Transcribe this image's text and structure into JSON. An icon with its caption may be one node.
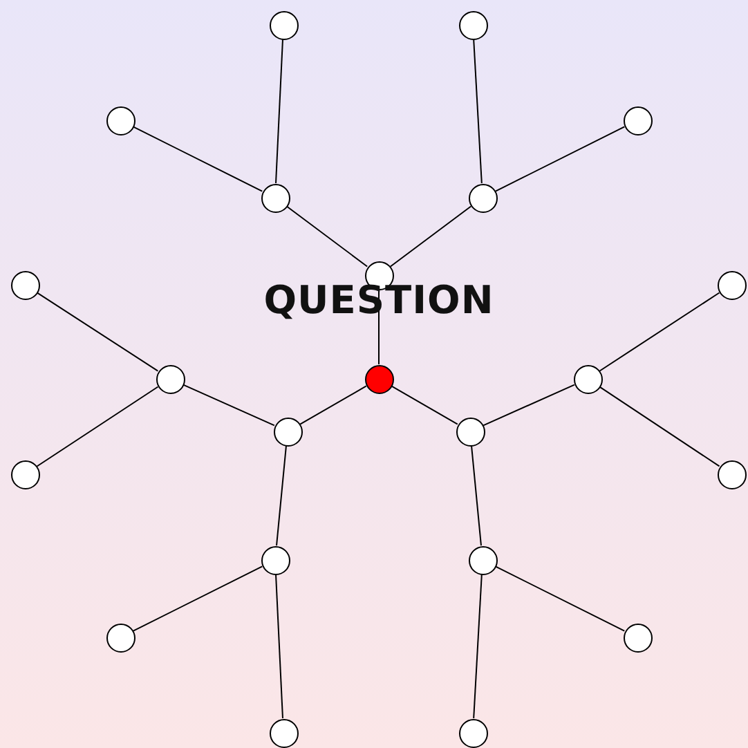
{
  "diagram": {
    "nodes": [
      {
        "text": [],
        "shape": "circle"
      },
      {
        "text": [],
        "shape": "circle"
      },
      {
        "text": [],
        "shape": "circle"
      },
      {
        "text": [],
        "shape": "circle"
      },
      {
        "text": [],
        "shape": "circle"
      },
      {
        "text": [],
        "shape": "circle"
      },
      {
        "text": [],
        "shape": "circle"
      },
      {
        "text": [],
        "shape": "circle"
      },
      {
        "text": [],
        "shape": "circle"
      },
      {
        "text": [],
        "shape": "circle"
      },
      {
        "text": [],
        "shape": "circle"
      },
      {
        "text": [],
        "shape": "circle"
      },
      {
        "text": [],
        "shape": "circle"
      },
      {
        "text": [],
        "shape": "circle"
      },
      {
        "text": [],
        "shape": "circle"
      },
      {
        "text": [],
        "shape": "circle"
      },
      {
        "text": [],
        "shape": "circle"
      },
      {
        "text": [],
        "shape": "circle"
      },
      {
        "text": [],
        "shape": "circle"
      },
      {
        "text": [],
        "shape": "circle"
      },
      {
        "text": [],
        "shape": "circle"
      },
      {
        "text": [],
        "shape": "circle"
      }
    ],
    "edges": [
      {
        "from": 10,
        "to": 6,
        "arrow": "none"
      },
      {
        "from": 6,
        "to": 4,
        "arrow": "none"
      },
      {
        "from": 6,
        "to": 5,
        "arrow": "none"
      },
      {
        "from": 4,
        "to": 0,
        "arrow": "none"
      },
      {
        "from": 4,
        "to": 2,
        "arrow": "none"
      },
      {
        "from": 5,
        "to": 1,
        "arrow": "none"
      },
      {
        "from": 5,
        "to": 3,
        "arrow": "none"
      },
      {
        "from": 10,
        "to": 12,
        "arrow": "none"
      },
      {
        "from": 10,
        "to": 13,
        "arrow": "none"
      },
      {
        "from": 12,
        "to": 9,
        "arrow": "none"
      },
      {
        "from": 12,
        "to": 16,
        "arrow": "none"
      },
      {
        "from": 9,
        "to": 7,
        "arrow": "none"
      },
      {
        "from": 9,
        "to": 14,
        "arrow": "none"
      },
      {
        "from": 16,
        "to": 18,
        "arrow": "none"
      },
      {
        "from": 16,
        "to": 20,
        "arrow": "none"
      },
      {
        "from": 13,
        "to": 11,
        "arrow": "none"
      },
      {
        "from": 13,
        "to": 17,
        "arrow": "none"
      },
      {
        "from": 11,
        "to": 8,
        "arrow": "none"
      },
      {
        "from": 11,
        "to": 15,
        "arrow": "none"
      },
      {
        "from": 17,
        "to": 19,
        "arrow": "none"
      },
      {
        "from": 17,
        "to": 21,
        "arrow": "none"
      }
    ],
    "labels": [
      "QUESTION"
    ]
  }
}
